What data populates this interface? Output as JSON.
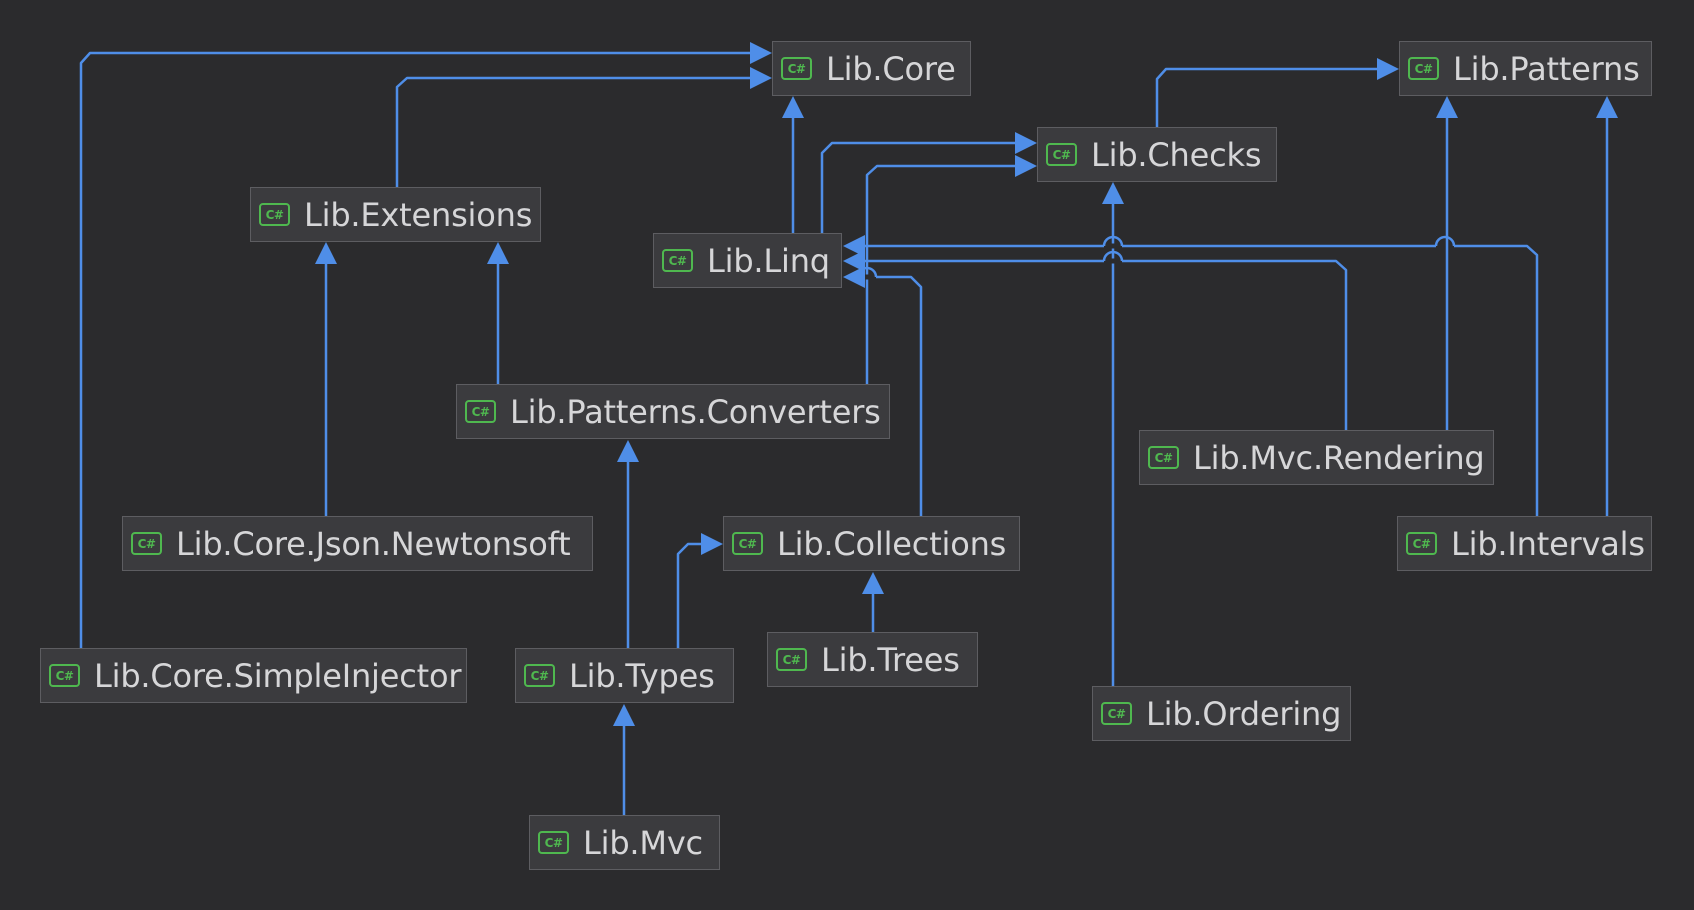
{
  "colors": {
    "background": "#2b2b2d",
    "node_fill": "#3b3b3e",
    "node_border": "#5d5d61",
    "edge": "#4f8ee8",
    "icon": "#4fb84f",
    "text": "#d6d6d8"
  },
  "icon": {
    "name": "csharp-project-icon",
    "label": "C#"
  },
  "nodes": [
    {
      "id": "core",
      "label": "Lib.Core"
    },
    {
      "id": "patterns",
      "label": "Lib.Patterns"
    },
    {
      "id": "checks",
      "label": "Lib.Checks"
    },
    {
      "id": "extensions",
      "label": "Lib.Extensions"
    },
    {
      "id": "linq",
      "label": "Lib.Linq"
    },
    {
      "id": "patterns_converters",
      "label": "Lib.Patterns.Converters"
    },
    {
      "id": "mvc_rendering",
      "label": "Lib.Mvc.Rendering"
    },
    {
      "id": "core_json",
      "label": "Lib.Core.Json.Newtonsoft"
    },
    {
      "id": "collections",
      "label": "Lib.Collections"
    },
    {
      "id": "intervals",
      "label": "Lib.Intervals"
    },
    {
      "id": "simple_injector",
      "label": "Lib.Core.SimpleInjector"
    },
    {
      "id": "types",
      "label": "Lib.Types"
    },
    {
      "id": "trees",
      "label": "Lib.Trees"
    },
    {
      "id": "ordering",
      "label": "Lib.Ordering"
    },
    {
      "id": "mvc",
      "label": "Lib.Mvc"
    }
  ],
  "edges": [
    {
      "from": "simple_injector",
      "to": "core"
    },
    {
      "from": "extensions",
      "to": "core"
    },
    {
      "from": "linq",
      "to": "core"
    },
    {
      "from": "checks",
      "to": "patterns"
    },
    {
      "from": "linq",
      "to": "checks"
    },
    {
      "from": "patterns_converters",
      "to": "checks"
    },
    {
      "from": "ordering",
      "to": "checks"
    },
    {
      "from": "core_json",
      "to": "extensions"
    },
    {
      "from": "patterns_converters",
      "to": "extensions"
    },
    {
      "from": "intervals",
      "to": "linq"
    },
    {
      "from": "mvc_rendering",
      "to": "linq"
    },
    {
      "from": "collections",
      "to": "linq"
    },
    {
      "from": "mvc_rendering",
      "to": "patterns"
    },
    {
      "from": "intervals",
      "to": "patterns"
    },
    {
      "from": "types",
      "to": "patterns_converters"
    },
    {
      "from": "types",
      "to": "collections"
    },
    {
      "from": "trees",
      "to": "collections"
    },
    {
      "from": "mvc",
      "to": "types"
    }
  ]
}
